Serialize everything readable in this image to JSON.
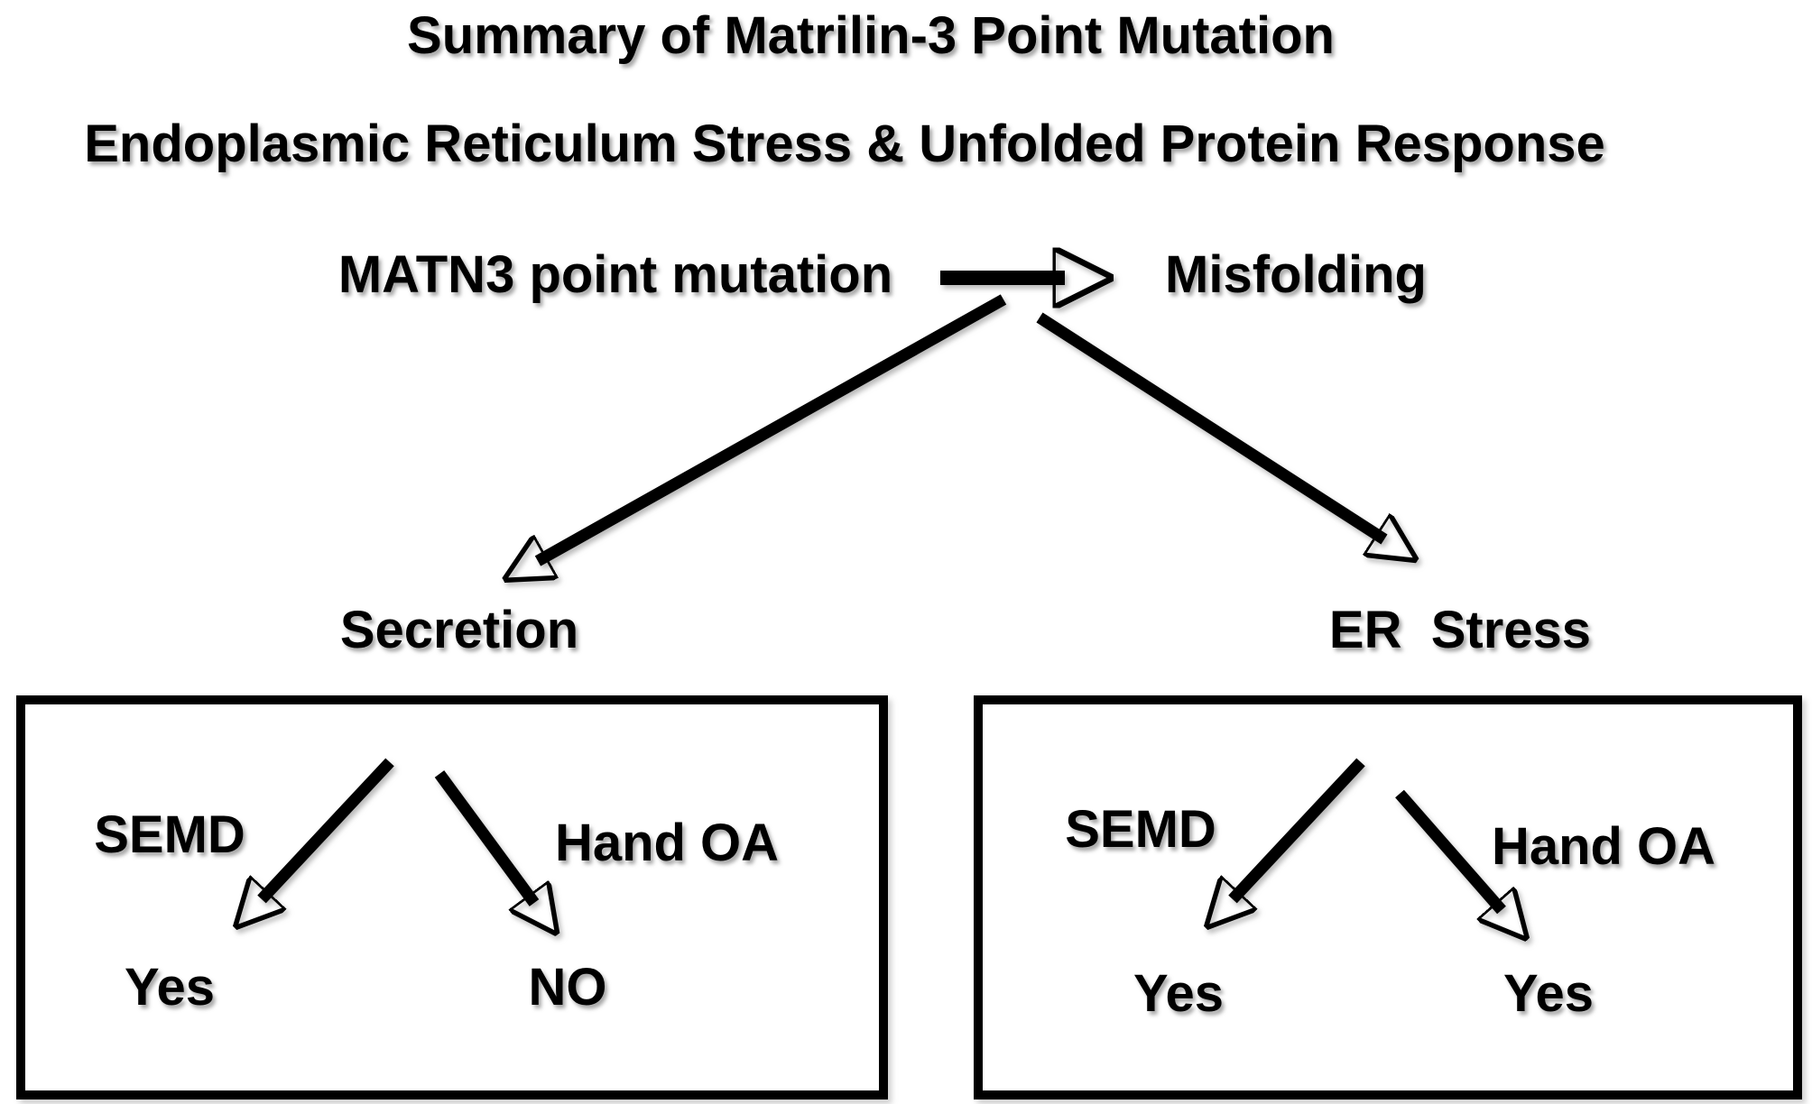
{
  "header": {
    "title_line1": "Summary of Matrilin-3 Point Mutation",
    "title_line2": "Endoplasmic Reticulum Stress & Unfolded Protein Response"
  },
  "flow": {
    "source_label": "MATN3 point mutation",
    "target_label": "Misfolding",
    "left_branch_label": "Secretion",
    "right_branch_label": "ER  Stress"
  },
  "secretion_panel": {
    "condition_left": "SEMD",
    "condition_right": "Hand OA",
    "outcome_left": "Yes",
    "outcome_right": "NO"
  },
  "er_stress_panel": {
    "condition_left": "SEMD",
    "condition_right": "Hand OA",
    "outcome_left": "Yes",
    "outcome_right": "Yes"
  },
  "colors": {
    "text": "#000000",
    "background": "#ffffff",
    "stroke": "#000000"
  }
}
